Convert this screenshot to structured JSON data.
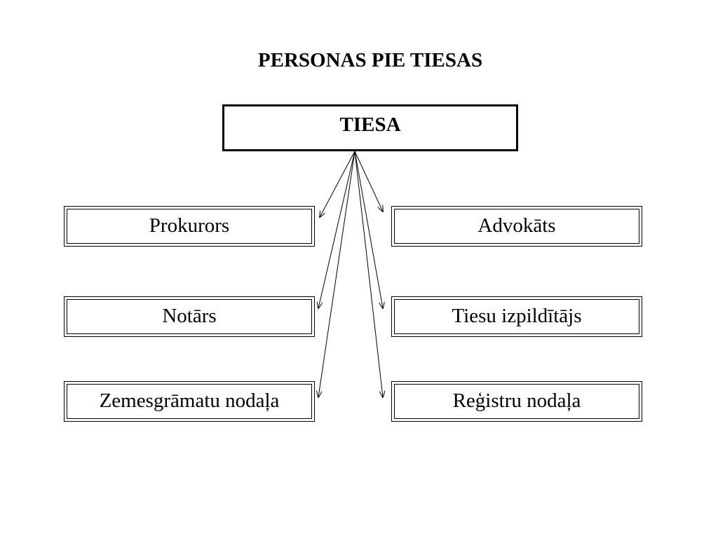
{
  "title": "PERSONAS PIE TIESAS",
  "root": {
    "label": "TIESA"
  },
  "nodes": {
    "prokurors": "Prokurors",
    "advokats": "Advokāts",
    "notars": "Notārs",
    "tiesu_izpilditajs": "Tiesu izpildītājs",
    "zemesgramatu_nodala": "Zemesgrāmatu nodaļa",
    "registru_nodala": "Reģistru nodaļa"
  }
}
